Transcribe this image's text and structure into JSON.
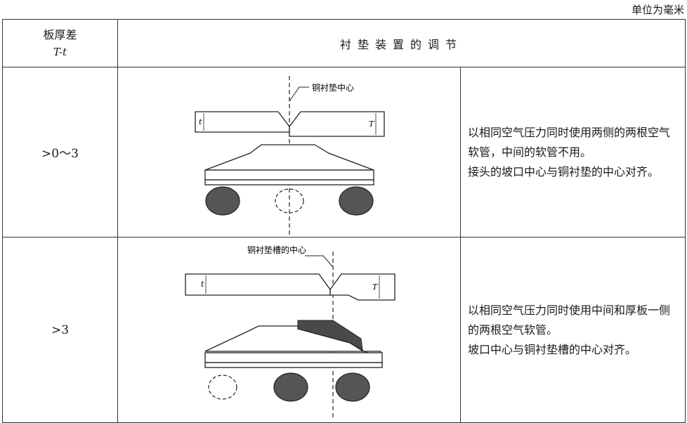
{
  "unit_note": "单位为毫米",
  "header": {
    "col1_label": "板厚差",
    "col1_symbol": "T-t",
    "col2_label": "衬垫装置的调节"
  },
  "rows": [
    {
      "condition": ">0～3",
      "figure": {
        "center_label": "铜衬垫中心",
        "thin_plate_dim": "t",
        "thick_plate_dim": "T"
      },
      "description": [
        "以相同空气压力同时使用两侧的两根空气软管，中间的软管不用。",
        "接头的坡口中心与铜衬垫的中心对齐。"
      ]
    },
    {
      "condition": ">3",
      "figure": {
        "center_label": "铜衬垫槽的中心",
        "thin_plate_dim": "t",
        "thick_plate_dim": "T"
      },
      "description": [
        "以相同空气压力同时使用中间和厚板一侧的两根空气软管。",
        "坡口中心与铜衬垫槽的中心对齐。"
      ]
    }
  ]
}
